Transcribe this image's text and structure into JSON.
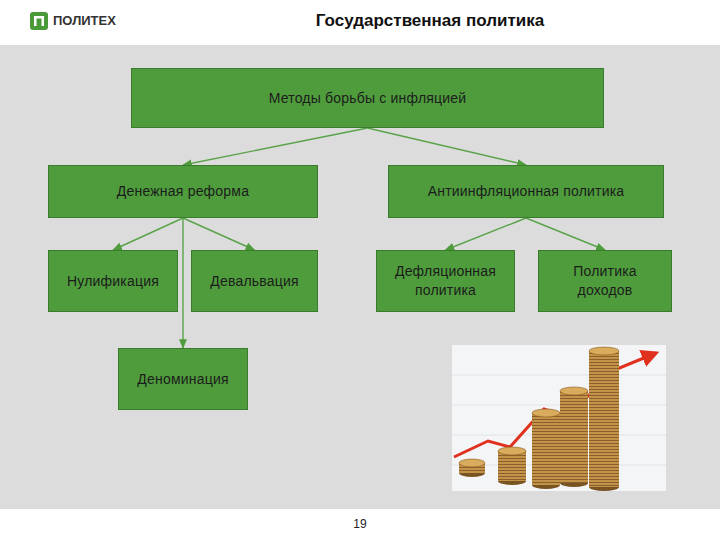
{
  "diagram": {
    "title": "Государственная политика",
    "nodes": [
      {
        "text": [
          "Методы борьбы с инфляцией"
        ]
      },
      {
        "text": [
          "Денежная реформа"
        ]
      },
      {
        "text": [
          "Антиинфляционная политика"
        ]
      },
      {
        "text": [
          "Нулификация"
        ]
      },
      {
        "text": [
          "Девальвация"
        ]
      },
      {
        "text": [
          "Деноминация"
        ]
      },
      {
        "text": [
          "Дефляционная политика"
        ]
      },
      {
        "text": [
          "Политика доходов"
        ]
      }
    ],
    "edges": [
      {
        "from": 0,
        "to": 1,
        "arrow": "to"
      },
      {
        "from": 0,
        "to": 2,
        "arrow": "to"
      },
      {
        "from": 1,
        "to": 3,
        "arrow": "to"
      },
      {
        "from": 1,
        "to": 4,
        "arrow": "to"
      },
      {
        "from": 1,
        "to": 5,
        "arrow": "to"
      },
      {
        "from": 2,
        "to": 6,
        "arrow": "to"
      },
      {
        "from": 2,
        "to": 7,
        "arrow": "to"
      }
    ],
    "labels": [
      "ПОЛИТЕХ",
      "19"
    ]
  }
}
